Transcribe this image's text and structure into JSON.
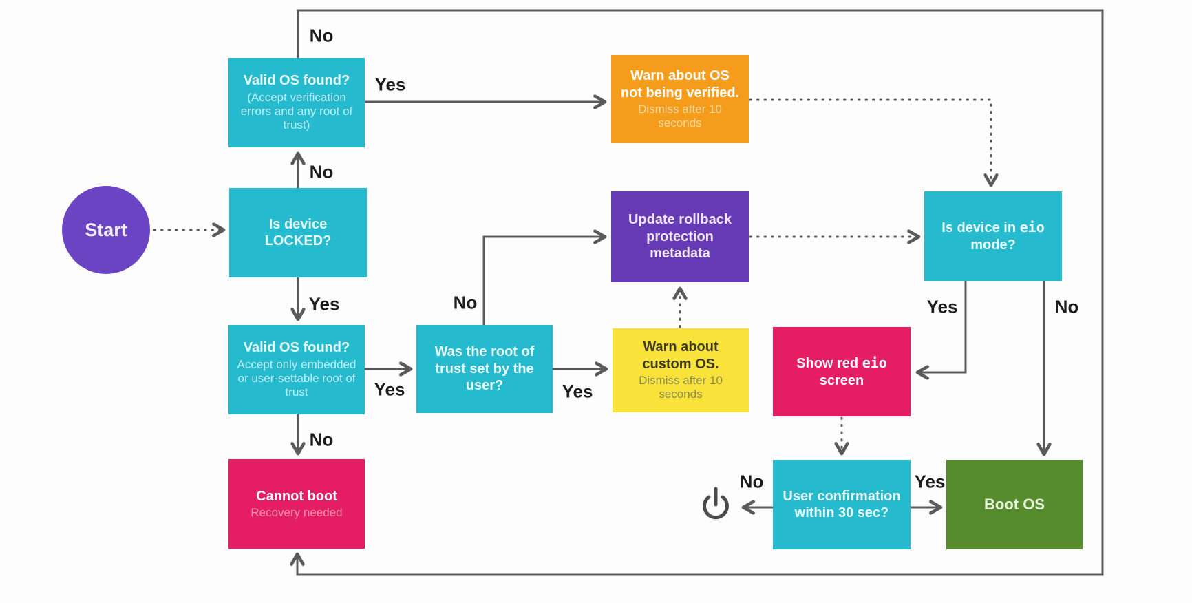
{
  "palette": {
    "cyan": "#26bacf",
    "purple_box": "#6639b5",
    "purple_start": "#6a44c2",
    "orange": "#f69c1c",
    "yellow": "#f9e33b",
    "pink": "#e51d62",
    "green": "#568c2e",
    "line": "#5a5a5a",
    "label_text": "#1d1d1d"
  },
  "icons": {
    "power": "power-symbol"
  },
  "start": {
    "label": "Start"
  },
  "nodes": {
    "valid_os_any": {
      "title": "Valid OS found?",
      "subtitle": "(Accept verification errors and any root of trust)"
    },
    "warn_not_verified": {
      "title": "Warn about OS not being verified.",
      "subtitle": "Dismiss after 10 seconds"
    },
    "is_locked": {
      "title": "Is device LOCKED?"
    },
    "update_rollback": {
      "title": "Update rollback protection metadata"
    },
    "is_eio_mode": {
      "prefix": "Is device in ",
      "mono": "eio",
      "suffix": " mode?"
    },
    "valid_os_user": {
      "title": "Valid OS found?",
      "subtitle": "Accept only embedded or user-settable root of trust"
    },
    "was_root_of_trust": {
      "title": "Was the root of trust set by the user?"
    },
    "warn_custom": {
      "title": "Warn about custom OS.",
      "subtitle": "Dismiss after 10 seconds"
    },
    "show_red_eio": {
      "prefix": "Show red ",
      "mono": "eio",
      "suffix": " screen"
    },
    "cannot_boot": {
      "title": "Cannot boot",
      "subtitle": "Recovery needed"
    },
    "user_confirmation": {
      "title": "User confirmation within 30 sec?"
    },
    "boot_os": {
      "title": "Boot OS"
    }
  },
  "edge_labels": {
    "frame_no": "No",
    "locked_no": "No",
    "locked_yes": "Yes",
    "valid_any_yes": "Yes",
    "valid_user_yes": "Yes",
    "was_root_no": "No",
    "was_root_yes": "Yes",
    "valid_user_no": "No",
    "eio_yes": "Yes",
    "eio_no": "No",
    "confirm_no": "No",
    "confirm_yes": "Yes"
  }
}
